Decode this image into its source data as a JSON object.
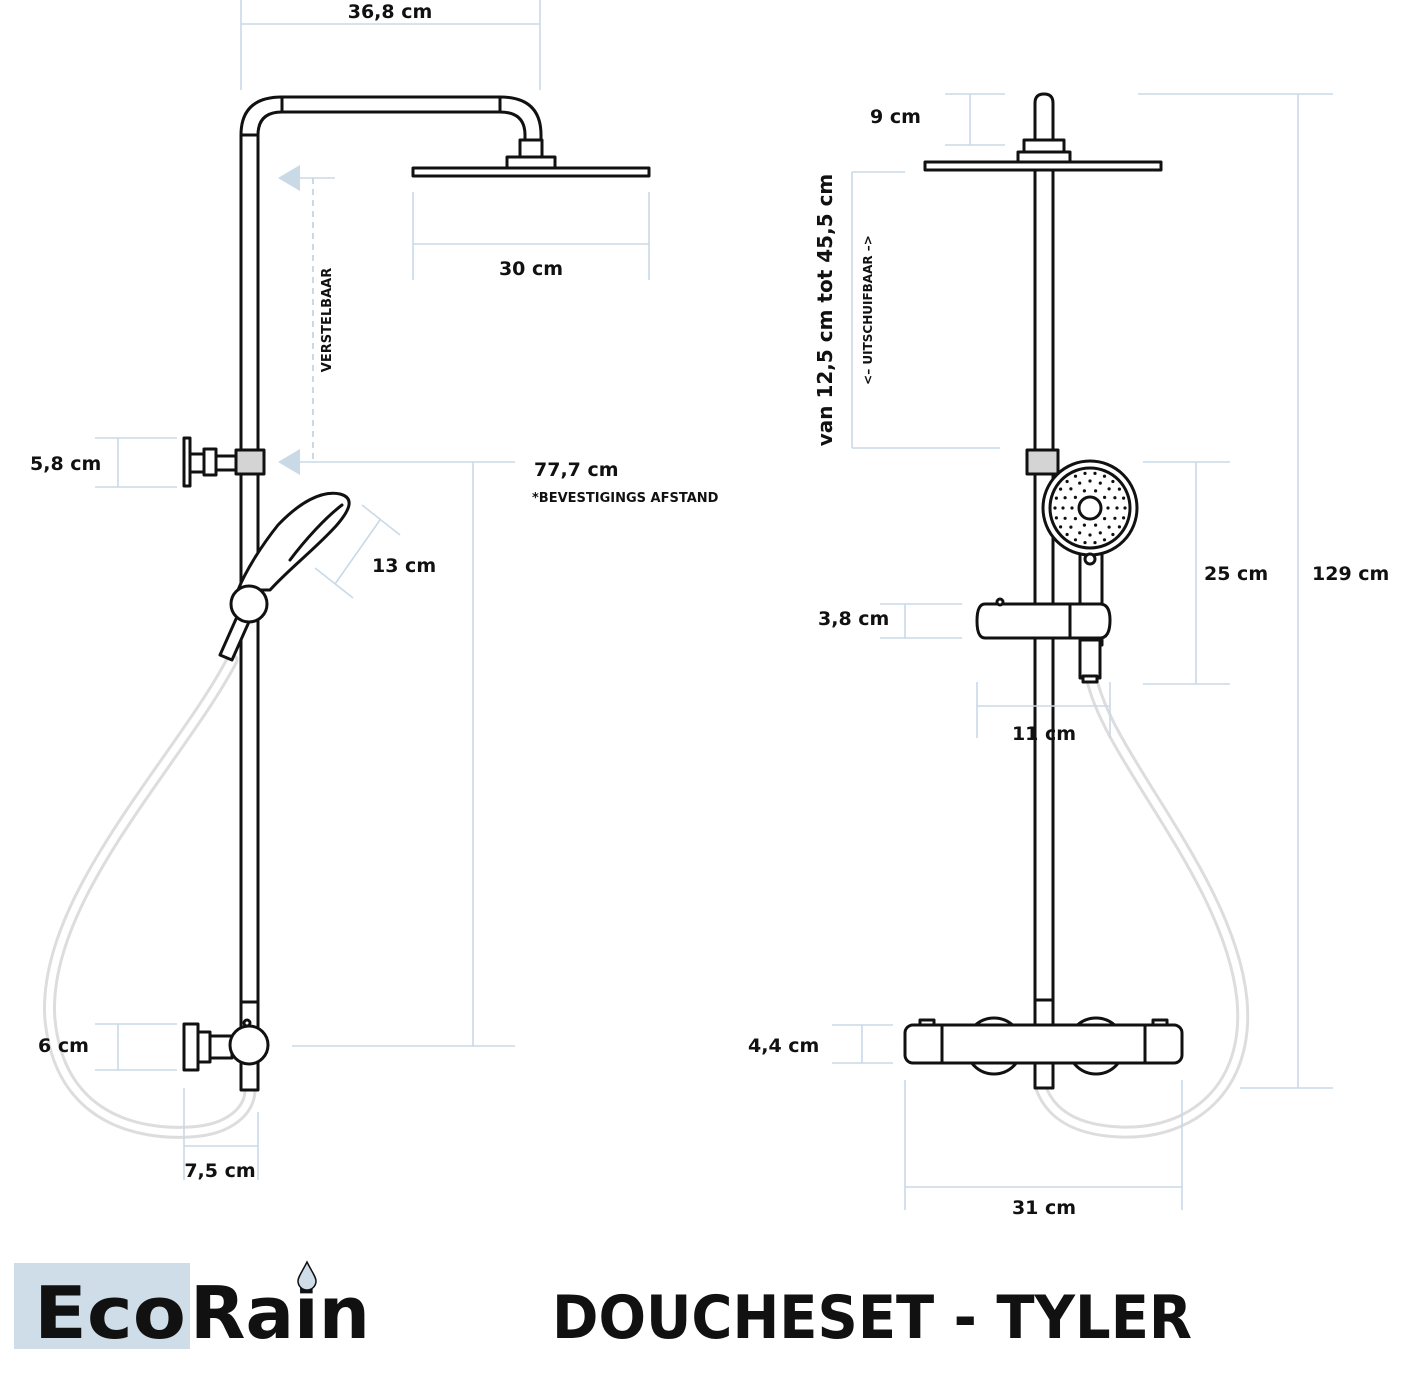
{
  "brand": {
    "name_part1": "Eco",
    "name_part2": "Rain",
    "box_color": "#cfdde8",
    "drop_icon": "water-drop-icon"
  },
  "title": "DOUCHESET - TYLER",
  "side_view": {
    "arm_width": "36,8 cm",
    "head_width": "30 cm",
    "adjustable": "VERSTELBAAR",
    "upper_mount": "5,8 cm",
    "mount_distance": "77,7 cm",
    "mount_distance_note": "*BEVESTIGINGS AFSTAND",
    "hand_shower": "13 cm",
    "lower_mount": "6 cm",
    "wall_offset": "7,5 cm"
  },
  "front_view": {
    "head_neck": "9 cm",
    "extendable_range": "van 12,5 cm tot 45,5 cm",
    "extendable": "<– UITSCHUIFBAAR –>",
    "hand_shower_height": "25 cm",
    "total_height": "129 cm",
    "holder_height": "3,8 cm",
    "holder_width": "11 cm",
    "thermostat_height": "4,4 cm",
    "thermostat_width": "31 cm"
  },
  "colors": {
    "line": "#111111",
    "dimension": "#c9d9e6",
    "hose": "#dddddd"
  }
}
